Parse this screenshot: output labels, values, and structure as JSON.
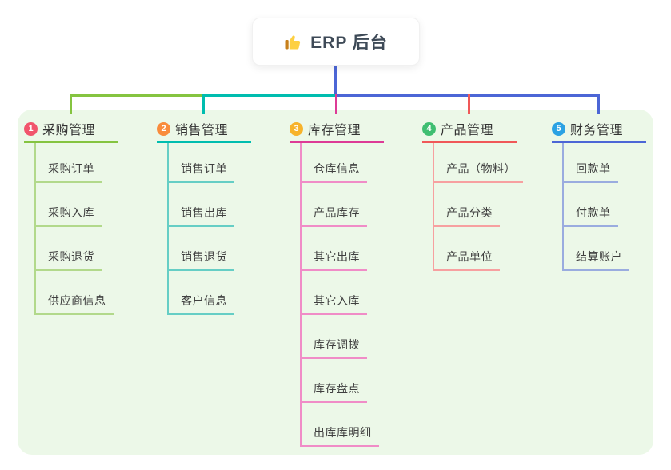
{
  "root": {
    "title": "ERP 后台",
    "icon": "thumbs-up-icon"
  },
  "canvas": {
    "page_bg": "#ffffff",
    "panel_bg": "#ecf8e8"
  },
  "branches": [
    {
      "index": "1",
      "label": "采购管理",
      "color": "#85c440",
      "light_color": "#b2d98b",
      "badge_color": "#f1556c",
      "children": [
        "采购订单",
        "采购入库",
        "采购退货",
        "供应商信息"
      ]
    },
    {
      "index": "2",
      "label": "销售管理",
      "color": "#00bdaf",
      "light_color": "#66cec5",
      "badge_color": "#f98c3c",
      "children": [
        "销售订单",
        "销售出库",
        "销售退货",
        "客户信息"
      ]
    },
    {
      "index": "3",
      "label": "库存管理",
      "color": "#dd3b96",
      "light_color": "#f08cc7",
      "badge_color": "#f7b32b",
      "children": [
        "仓库信息",
        "产品库存",
        "其它出库",
        "其它入库",
        "库存调拨",
        "库存盘点",
        "出库库明细"
      ]
    },
    {
      "index": "4",
      "label": "产品管理",
      "color": "#f05858",
      "light_color": "#f7a0a0",
      "badge_color": "#3fbe71",
      "children": [
        "产品（物料）",
        "产品分类",
        "产品单位"
      ]
    },
    {
      "index": "5",
      "label": "财务管理",
      "color": "#4c66d6",
      "light_color": "#9aacdf",
      "badge_color": "#2ba2e3",
      "children": [
        "回款单",
        "付款单",
        "结算账户"
      ]
    }
  ]
}
